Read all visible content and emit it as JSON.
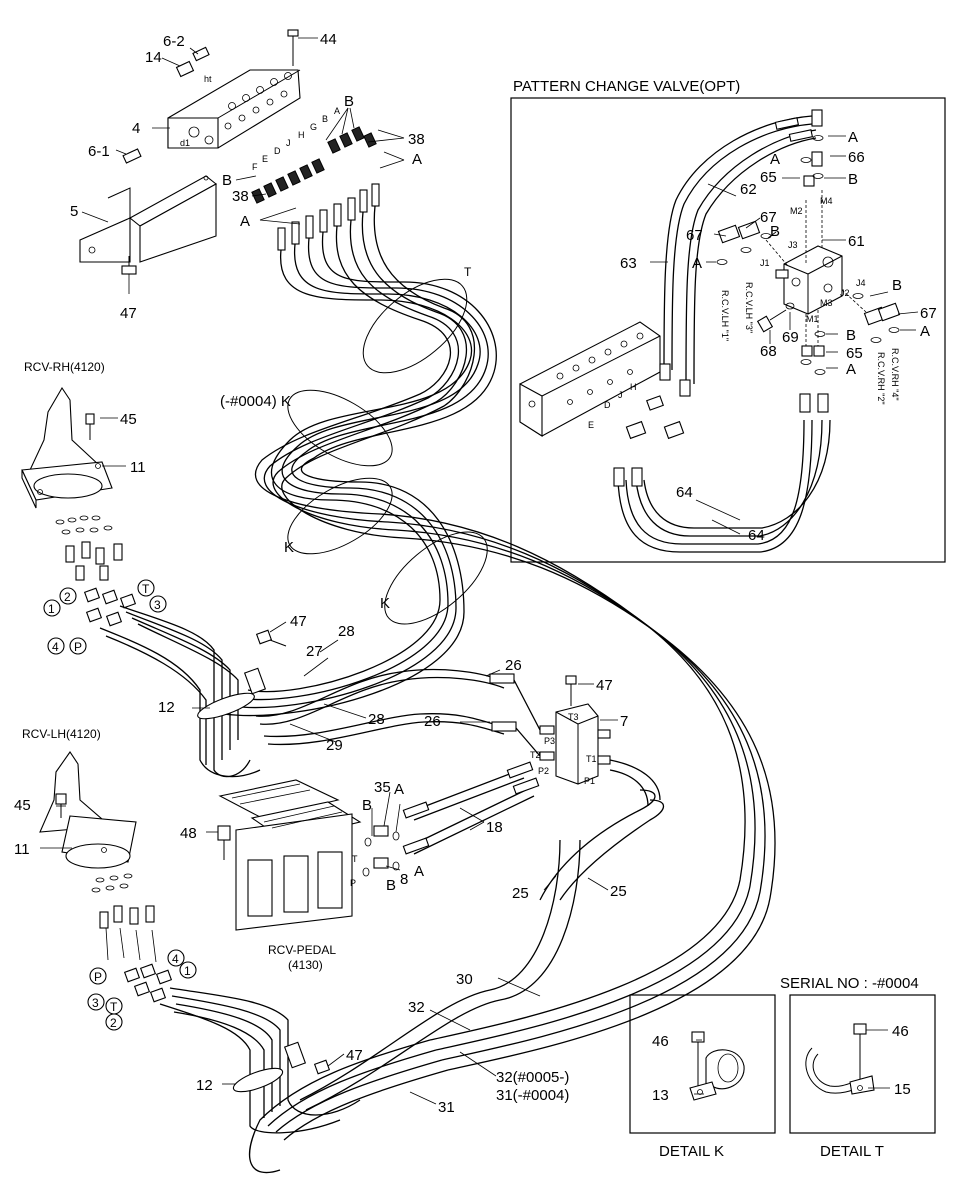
{
  "titles": {
    "pattern_change_valve": "PATTERN CHANGE VALVE(OPT)",
    "serial_no": "SERIAL NO : -#0004",
    "detail_k": "DETAIL K",
    "detail_t": "DETAIL T",
    "rcv_rh": "RCV-RH(4120)",
    "rcv_lh": "RCV-LH(4120)",
    "rcv_pedal": "RCV-PEDAL",
    "rcv_pedal_code": "(4130)"
  },
  "callouts": {
    "c44": "44",
    "c6_2": "6-2",
    "c14": "14",
    "c4": "4",
    "c6_1": "6-1",
    "c5": "5",
    "c47_top": "47",
    "cB_1": "B",
    "cB_2": "B",
    "c38_1": "38",
    "c38_2": "38",
    "cA_1": "A",
    "cA_2": "A",
    "cT": "T",
    "c45_rh": "45",
    "c11_rh": "11",
    "cK_0004": "(-#0004) K",
    "cK_2": "K",
    "cK_3": "K",
    "c47_rh": "47",
    "c28_a": "28",
    "c27": "27",
    "c28_b": "28",
    "c29": "29",
    "c12_rh": "12",
    "c26_a": "26",
    "c26_b": "26",
    "c47_mid": "47",
    "c7": "7",
    "c45_lh": "45",
    "c11_lh": "11",
    "c48": "48",
    "cB_p1": "B",
    "c35": "35",
    "cA_p1": "A",
    "c18": "18",
    "cB_p2": "B",
    "c8": "8",
    "cA_p2": "A",
    "c25_a": "25",
    "c25_b": "25",
    "c30": "30",
    "c32": "32",
    "c47_lh": "47",
    "c12_lh": "12",
    "c32_serial": "32(#0005-)",
    "c31_serial": "31(-#0004)",
    "c31": "31",
    "c62": "62",
    "c63": "63",
    "c64_a": "64",
    "c64_b": "64",
    "c65_a": "65",
    "c65_b": "65",
    "c66": "66",
    "c61": "61",
    "c67_a": "67",
    "c67_b": "67",
    "c67_c": "67",
    "c68": "68",
    "c69": "69",
    "cA_v1": "A",
    "cA_v2": "A",
    "cA_v3": "A",
    "cA_v4": "A",
    "cA_v5": "A",
    "cB_v1": "B",
    "cB_v2": "B",
    "cB_v3": "B",
    "cB_v4": "B",
    "c46_k": "46",
    "c13": "13",
    "c46_t": "46",
    "c15": "15"
  },
  "port_numbers": {
    "rh": [
      "1",
      "2",
      "T",
      "3",
      "4",
      "P"
    ],
    "lh": [
      "P",
      "3",
      "T",
      "2",
      "4",
      "1"
    ]
  },
  "small_labels": {
    "ht": "ht",
    "d1": "d1",
    "a": "A",
    "b": "B",
    "g": "G",
    "h": "H",
    "j": "J",
    "d": "D",
    "e": "E",
    "f": "F",
    "t3": "T3",
    "p3": "P3",
    "t2": "T2",
    "p1": "P1",
    "t1": "T1",
    "p2": "P2",
    "m2": "M2",
    "m4": "M4",
    "j1": "J1",
    "j2": "J2",
    "j3": "J3",
    "j4": "J4",
    "m1": "M1",
    "m3": "M3",
    "pedal_t": "T",
    "pedal_p": "P",
    "rcv_lh_1": "R.C.V.LH \"1\"",
    "rcv_lh_3": "R.C.V.LH \"3\"",
    "rcv_rh_2": "R.C.V.RH \"2\"",
    "rcv_rh_4": "R.C.V.RH \"4\"",
    "v_h": "H",
    "v_j": "J",
    "v_d": "D",
    "v_e": "E"
  }
}
